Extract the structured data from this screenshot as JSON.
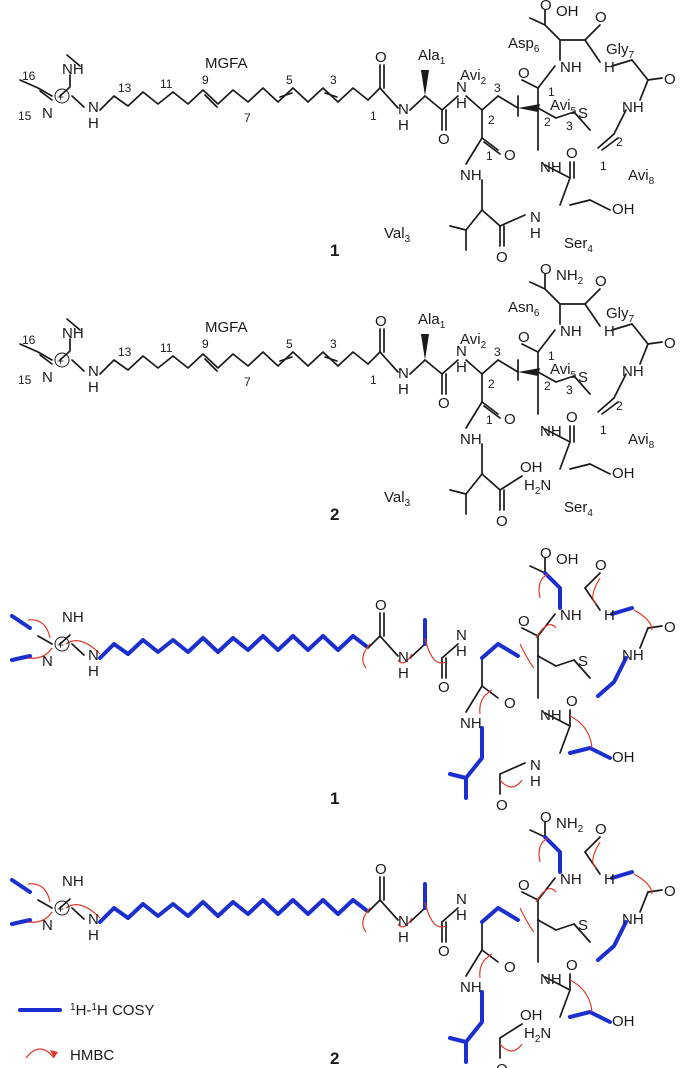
{
  "labels": {
    "fatty_acid": "MGFA",
    "compound_1": "1",
    "compound_2": "2",
    "res_ala1": "Ala",
    "res_ala1_sub": "1",
    "res_avi2": "Avi",
    "res_avi2_sub": "2",
    "res_val3": "Val",
    "res_val3_sub": "3",
    "res_ser4": "Ser",
    "res_ser4_sub": "4",
    "res_avi5": "Avi",
    "res_avi5_sub": "5",
    "res_asp6": "Asp",
    "res_asp6_sub": "6",
    "res_asn6": "Asn",
    "res_asn6_sub": "6",
    "res_gly7": "Gly",
    "res_gly7_sub": "7",
    "res_avi8": "Avi",
    "res_avi8_sub": "8"
  },
  "atoms": {
    "NH": "NH",
    "N": "N",
    "H": "H",
    "O": "O",
    "OH": "OH",
    "S": "S",
    "NH2": "NH",
    "NH2_sub": "2",
    "H2N": "H",
    "H2N_sub": "2",
    "H2N_N": "N",
    "plus": "+"
  },
  "numbers": {
    "n16": "16",
    "n15": "15",
    "n13": "13",
    "n11": "11",
    "n9": "9",
    "n7": "7",
    "n5": "5",
    "n3": "3",
    "n1": "1",
    "n2": "2"
  },
  "legend": {
    "cosy_label_sup": "1",
    "cosy_label_a": "H-",
    "cosy_label_sup2": "1",
    "cosy_label_b": "H COSY",
    "hmbc_label": "HMBC"
  },
  "colors": {
    "cosy": "#1b2fd0",
    "hmbc": "#e0392b",
    "bond": "#1a1a1a"
  }
}
